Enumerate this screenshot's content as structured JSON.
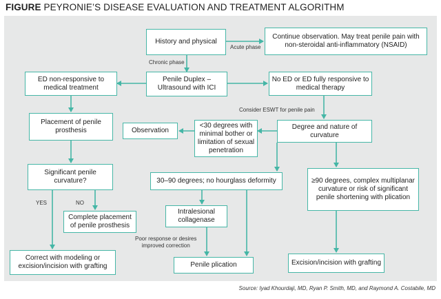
{
  "title": {
    "prefix": "FIGURE",
    "text": "PEYRONIE’S DISEASE EVALUATION AND TREATMENT ALGORITHM"
  },
  "boxes": {
    "history": "History and physical",
    "continue_observation": "Continue observation. May treat penile pain with non-steroidal anti-inflammatory (NSAID)",
    "duplex": "Penile Duplex – Ultrasound with ICI",
    "ed_nonresponsive": "ED non-responsive to medical treatment",
    "no_ed": "No ED or ED fully responsive to medical therapy",
    "placement_prosthesis": "Placement of penile prosthesis",
    "observation": "Observation",
    "lt30": "<30 degrees with minimal bother or limitation of sexual penetration",
    "degree_nature": "Degree and nature of curvature",
    "significant_curvature": "Significant penile curvature?",
    "deg30_90": "30–90 degrees; no hourglass deformity",
    "ge90": "≥90 degrees, complex multiplanar curvature or risk of significant penile shortening with plication",
    "complete_placement": "Complete placement of penile prosthesis",
    "collagenase": "Intralesional collagenase",
    "correct_modeling": "Correct with modeling or excision/incision with grafting",
    "plication": "Penile plication",
    "excision_grafting": "Excision/incision with grafting"
  },
  "labels": {
    "acute_phase": "Acute phase",
    "chronic_phase": "Chronic phase",
    "consider_eswt": "Consider ESWT for penile pain",
    "yes": "YES",
    "no": "NO",
    "poor_response_1": "Poor response or desires",
    "poor_response_2": "improved correction"
  },
  "source": "Source: Iyad Khourdaji, MD, Ryan P. Smith, MD, and Raymond A. Costabile, MD",
  "colors": {
    "accent": "#45b6a6",
    "panel": "#e7e8e8",
    "text": "#1e1e1e"
  }
}
